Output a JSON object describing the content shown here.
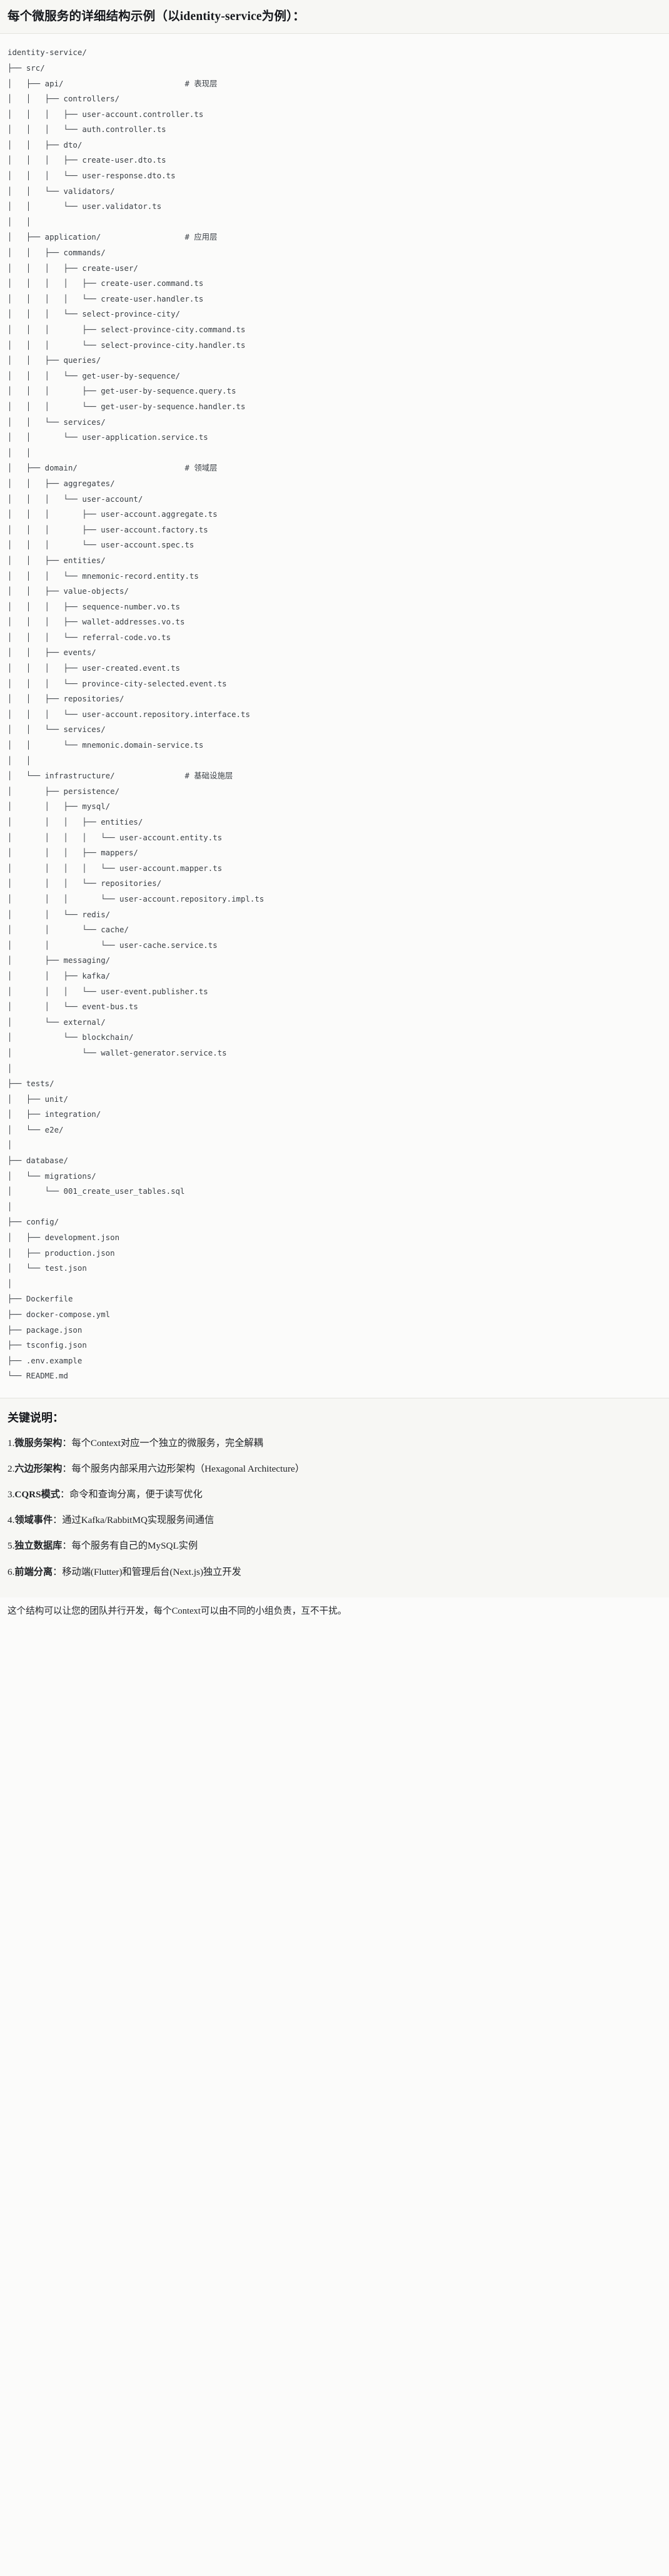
{
  "heading": {
    "title": "每个微服务的详细结构示例（以identity-service为例）："
  },
  "tree": {
    "root": "identity-service/",
    "text": "identity-service/\n├── src/\n│   ├── api/                          # 表现层\n│   │   ├── controllers/\n│   │   │   ├── user-account.controller.ts\n│   │   │   └── auth.controller.ts\n│   │   ├── dto/\n│   │   │   ├── create-user.dto.ts\n│   │   │   └── user-response.dto.ts\n│   │   └── validators/\n│   │       └── user.validator.ts\n│   │\n│   ├── application/                  # 应用层\n│   │   ├── commands/\n│   │   │   ├── create-user/\n│   │   │   │   ├── create-user.command.ts\n│   │   │   │   └── create-user.handler.ts\n│   │   │   └── select-province-city/\n│   │   │       ├── select-province-city.command.ts\n│   │   │       └── select-province-city.handler.ts\n│   │   ├── queries/\n│   │   │   └── get-user-by-sequence/\n│   │   │       ├── get-user-by-sequence.query.ts\n│   │   │       └── get-user-by-sequence.handler.ts\n│   │   └── services/\n│   │       └── user-application.service.ts\n│   │\n│   ├── domain/                       # 领域层\n│   │   ├── aggregates/\n│   │   │   └── user-account/\n│   │   │       ├── user-account.aggregate.ts\n│   │   │       ├── user-account.factory.ts\n│   │   │       └── user-account.spec.ts\n│   │   ├── entities/\n│   │   │   └── mnemonic-record.entity.ts\n│   │   ├── value-objects/\n│   │   │   ├── sequence-number.vo.ts\n│   │   │   ├── wallet-addresses.vo.ts\n│   │   │   └── referral-code.vo.ts\n│   │   ├── events/\n│   │   │   ├── user-created.event.ts\n│   │   │   └── province-city-selected.event.ts\n│   │   ├── repositories/\n│   │   │   └── user-account.repository.interface.ts\n│   │   └── services/\n│   │       └── mnemonic.domain-service.ts\n│   │\n│   └── infrastructure/               # 基础设施层\n│       ├── persistence/\n│       │   ├── mysql/\n│       │   │   ├── entities/\n│       │   │   │   └── user-account.entity.ts\n│       │   │   ├── mappers/\n│       │   │   │   └── user-account.mapper.ts\n│       │   │   └── repositories/\n│       │   │       └── user-account.repository.impl.ts\n│       │   └── redis/\n│       │       └── cache/\n│       │           └── user-cache.service.ts\n│       ├── messaging/\n│       │   ├── kafka/\n│       │   │   └── user-event.publisher.ts\n│       │   └── event-bus.ts\n│       └── external/\n│           └── blockchain/\n│               └── wallet-generator.service.ts\n│\n├── tests/\n│   ├── unit/\n│   ├── integration/\n│   └── e2e/\n│\n├── database/\n│   └── migrations/\n│       └── 001_create_user_tables.sql\n│\n├── config/\n│   ├── development.json\n│   ├── production.json\n│   └── test.json\n│\n├── Dockerfile\n├── docker-compose.yml\n├── package.json\n├── tsconfig.json\n├── .env.example\n└── README.md",
    "layer_comments": [
      {
        "path": "src/api/",
        "comment": "# 表现层"
      },
      {
        "path": "src/application/",
        "comment": "# 应用层"
      },
      {
        "path": "src/domain/",
        "comment": "# 领域层"
      },
      {
        "path": "src/infrastructure/",
        "comment": "# 基础设施层"
      }
    ]
  },
  "notes": {
    "title": "关键说明：",
    "items": [
      {
        "index": "1.",
        "term": "微服务架构",
        "separator": "：",
        "desc": "每个Context对应一个独立的微服务，完全解耦"
      },
      {
        "index": "2.",
        "term": "六边形架构",
        "separator": "：",
        "desc": "每个服务内部采用六边形架构（Hexagonal Architecture）"
      },
      {
        "index": "3.",
        "term": "CQRS模式",
        "separator": "：",
        "desc": "命令和查询分离，便于读写优化"
      },
      {
        "index": "4.",
        "term": "领域事件",
        "separator": "：",
        "desc": "通过Kafka/RabbitMQ实现服务间通信"
      },
      {
        "index": "5.",
        "term": "独立数据库",
        "separator": "：",
        "desc": "每个服务有自己的MySQL实例"
      },
      {
        "index": "6.",
        "term": "前端分离",
        "separator": "：",
        "desc": "移动端(Flutter)和管理后台(Next.js)独立开发"
      }
    ]
  },
  "closing": {
    "text": "这个结构可以让您的团队并行开发，每个Context可以由不同的小组负责，互不干扰。"
  }
}
